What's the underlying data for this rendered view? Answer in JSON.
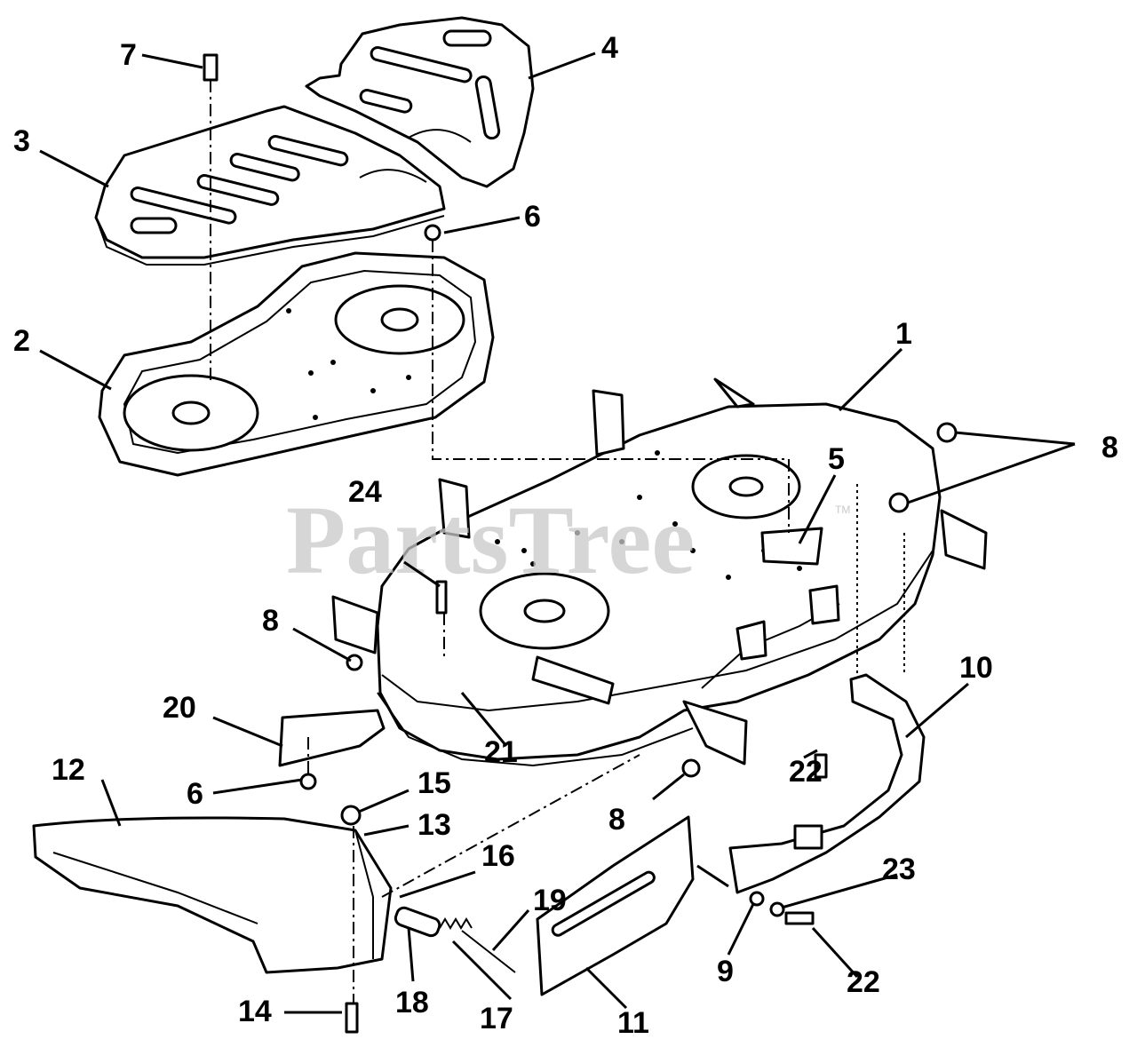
{
  "watermark": {
    "text": "PartsTree",
    "tm": "TM"
  },
  "callouts": [
    {
      "id": "c1",
      "text": "1"
    },
    {
      "id": "c2",
      "text": "2"
    },
    {
      "id": "c3",
      "text": "3"
    },
    {
      "id": "c4",
      "text": "4"
    },
    {
      "id": "c5",
      "text": "5"
    },
    {
      "id": "c6a",
      "text": "6"
    },
    {
      "id": "c6b",
      "text": "6"
    },
    {
      "id": "c7",
      "text": "7"
    },
    {
      "id": "c8a",
      "text": "8"
    },
    {
      "id": "c8b",
      "text": "8"
    },
    {
      "id": "c8c",
      "text": "8"
    },
    {
      "id": "c9",
      "text": "9"
    },
    {
      "id": "c10",
      "text": "10"
    },
    {
      "id": "c11",
      "text": "11"
    },
    {
      "id": "c12",
      "text": "12"
    },
    {
      "id": "c13",
      "text": "13"
    },
    {
      "id": "c14",
      "text": "14"
    },
    {
      "id": "c15",
      "text": "15"
    },
    {
      "id": "c16",
      "text": "16"
    },
    {
      "id": "c17",
      "text": "17"
    },
    {
      "id": "c18",
      "text": "18"
    },
    {
      "id": "c19",
      "text": "19"
    },
    {
      "id": "c20",
      "text": "20"
    },
    {
      "id": "c21",
      "text": "21"
    },
    {
      "id": "c22a",
      "text": "22"
    },
    {
      "id": "c22b",
      "text": "22"
    },
    {
      "id": "c23",
      "text": "23"
    },
    {
      "id": "c24",
      "text": "24"
    }
  ]
}
